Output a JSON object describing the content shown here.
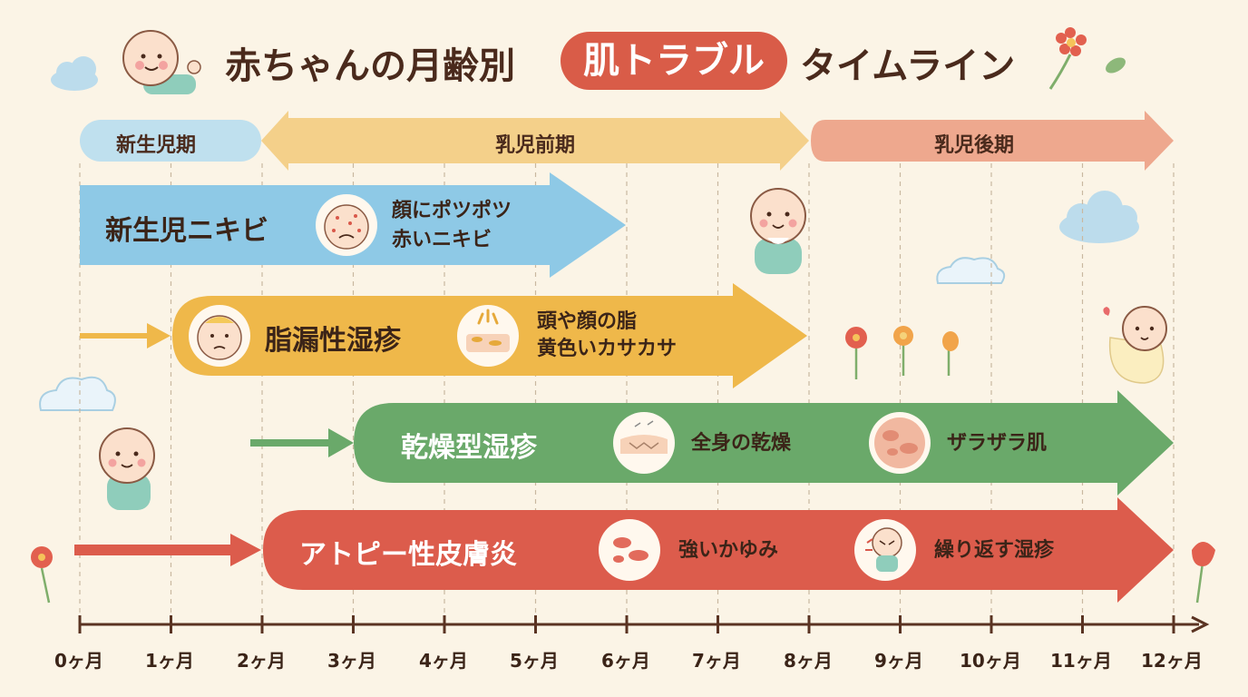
{
  "title": {
    "left": "赤ちゃんの月齢別",
    "highlight": "肌トラブル",
    "right": "タイムライン"
  },
  "periods": [
    {
      "label": "新生児期",
      "color": "#bfe0ee"
    },
    {
      "label": "乳児前期",
      "color": "#f4d08a"
    },
    {
      "label": "乳児後期",
      "color": "#eea88e"
    }
  ],
  "conditions": [
    {
      "name": "新生児ニキビ",
      "color": "#8ec9e6",
      "desc": [
        "顔にポツポツ",
        "赤いニキビ"
      ]
    },
    {
      "name": "脂漏性湿疹",
      "color": "#efb84a",
      "desc": [
        "頭や顔の脂",
        "黄色いカサカサ"
      ]
    },
    {
      "name": "乾燥型湿疹",
      "color": "#6aa96a",
      "desc": [
        "全身の乾燥",
        "ザラザラ肌"
      ]
    },
    {
      "name": "アトピー性皮膚炎",
      "color": "#dc5c4c",
      "desc": [
        "強いかゆみ",
        "繰り返す湿疹"
      ]
    }
  ],
  "axis": {
    "labels": [
      "0ヶ月",
      "1ヶ月",
      "2ヶ月",
      "3ヶ月",
      "4ヶ月",
      "5ヶ月",
      "6ヶ月",
      "7ヶ月",
      "8ヶ月",
      "9ヶ月",
      "10ヶ月",
      "11ヶ月",
      "12ヶ月"
    ]
  }
}
